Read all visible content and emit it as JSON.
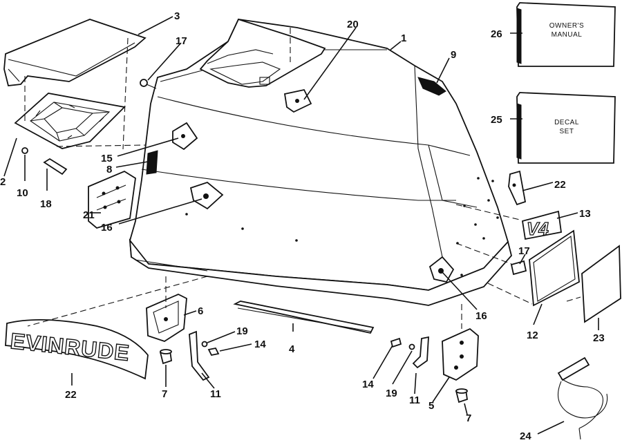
{
  "diagram": {
    "callouts": {
      "p1": "1",
      "p2": "2",
      "p3": "3",
      "p5": "5",
      "p6": "6",
      "p7a": "7",
      "p7b": "7",
      "p8": "8",
      "p9": "9",
      "p10": "10",
      "p11a": "11",
      "p11b": "11",
      "p12": "12",
      "p13": "13",
      "p14a": "14",
      "p14b": "14",
      "p15": "15",
      "p16a": "16",
      "p16b": "16",
      "p17a": "17",
      "p17b": "17",
      "p18": "18",
      "p19a": "19",
      "p19b": "19",
      "p20": "20",
      "p21": "21",
      "p22a": "22",
      "p22b": "22",
      "p23": "23",
      "p24": "24",
      "p25": "25",
      "p26": "26",
      "p4": "4"
    },
    "owners_manual": {
      "line1": "OWNER'S",
      "line2": "MANUAL"
    },
    "decal_set": {
      "line1": "DECAL",
      "line2": "SET"
    },
    "brand_logo": "EVINRUDE",
    "v4_badge": "V4"
  }
}
